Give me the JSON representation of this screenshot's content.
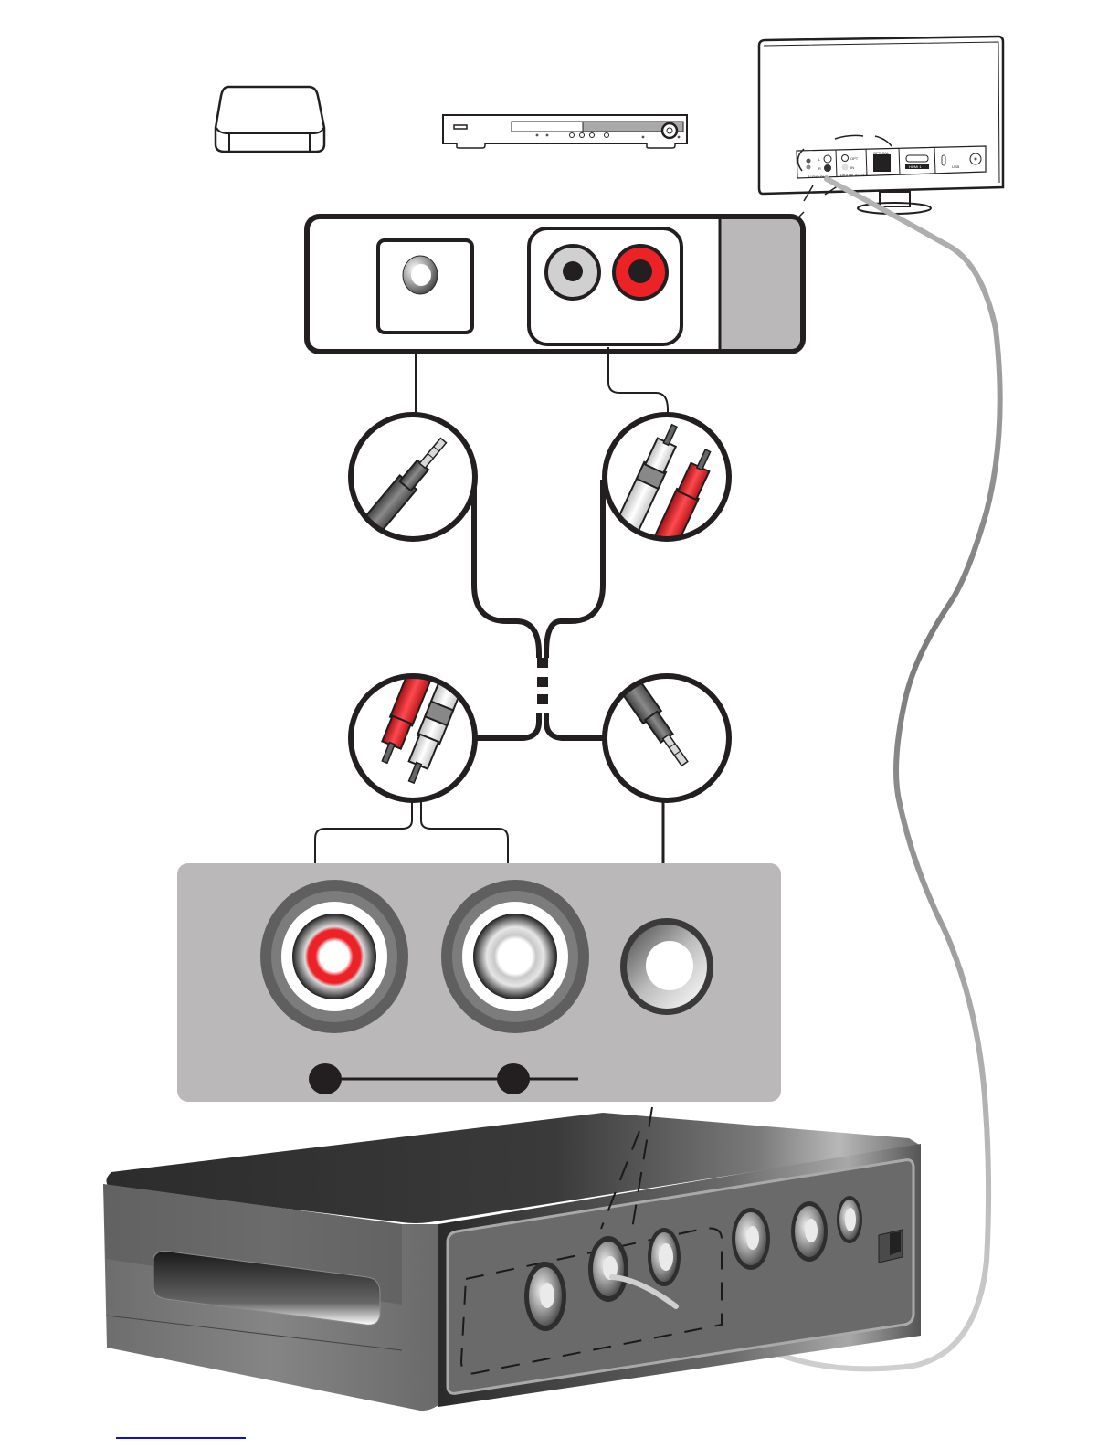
{
  "diagram": {
    "title": "Audio connection diagram: adapter cable between TV/media devices and audio receiver",
    "source_devices": [
      {
        "name": "streaming box",
        "icon": "media-box-icon"
      },
      {
        "name": "disc player",
        "icon": "disc-player-icon"
      },
      {
        "name": "TV",
        "icon": "tv-icon"
      }
    ],
    "tv_panel": {
      "labels": {
        "audio_out": "AUDIO OUT",
        "l": "L",
        "r": "R",
        "opt": "OPT",
        "in": "IN",
        "digital_audio": "DIGITAL AUDIO",
        "optical": "OPTICAL",
        "hdmi": "HDMI 1",
        "usb": "USB"
      }
    },
    "top_panel": {
      "ports": [
        {
          "name": "3.5mm jack",
          "type": "mini-jack"
        },
        {
          "name": "RCA left",
          "color": "#d0d0d0"
        },
        {
          "name": "RCA right",
          "color": "#ec2227"
        }
      ]
    },
    "connectors": {
      "top_left": "3.5mm plug",
      "top_right": "RCA plugs (white/red)",
      "bottom_left": "RCA plugs (red/white)",
      "bottom_right": "3.5mm plug"
    },
    "bottom_panel": {
      "ports": [
        {
          "name": "RCA red input",
          "ring_color": "#ec2227"
        },
        {
          "name": "RCA white input",
          "ring_color": "#d8d8d8"
        },
        {
          "name": "3.5mm input"
        }
      ]
    },
    "colors": {
      "red": "#ec2227",
      "panel_gray": "#bab8b9",
      "outline": "#231f20",
      "cable_gray": "#9a9a9a",
      "link_blue": "#1010d0"
    }
  }
}
